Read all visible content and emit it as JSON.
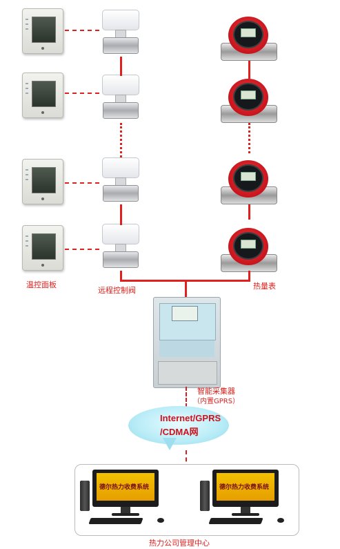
{
  "labels": {
    "thermostat": "温控面板",
    "valve": "远程控制阀",
    "meter": "热量表",
    "collector_line1": "智能采集器",
    "collector_line2": "（内置GPRS）",
    "network_line1": "Internet/GPRS",
    "network_line2": "/CDMA网",
    "center": "热力公司管理中心"
  },
  "screens": {
    "left": "德尔热力收费系统",
    "right": "德尔热力收费系统"
  },
  "colors": {
    "line": "#e0201c",
    "meter_ring": "#c8141c",
    "screen": "#f2c100",
    "cloud": "#b8ecf7"
  }
}
